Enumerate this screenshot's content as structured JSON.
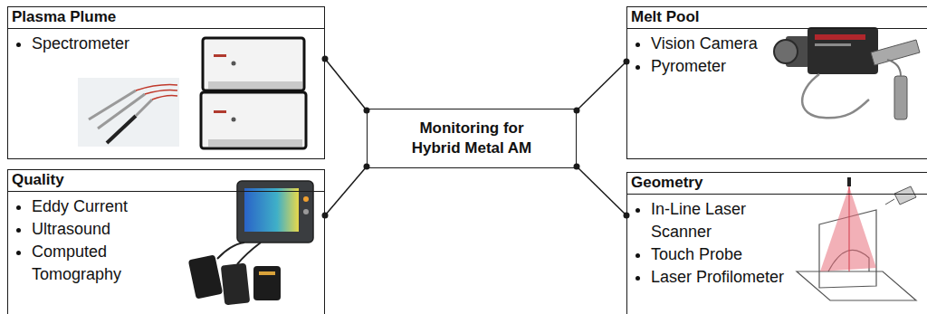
{
  "diagram": {
    "nodes": [
      {
        "text": [
          "Plasma Plume",
          "Spectrometer"
        ]
      },
      {
        "text": [
          "Melt Pool",
          "Vision Camera",
          "Pyrometer"
        ]
      },
      {
        "text": [
          "Monitoring for Hybrid Metal AM"
        ]
      },
      {
        "text": [
          "Quality",
          "Eddy Current",
          "Ultrasound",
          "Computed Tomography"
        ]
      },
      {
        "text": [
          "Geometry",
          "In-Line Laser Scanner",
          "Touch Probe",
          "Laser Profilometer"
        ]
      }
    ],
    "edges": [
      {
        "from": 2,
        "to": 0,
        "arrow": "none"
      },
      {
        "from": 2,
        "to": 1,
        "arrow": "none"
      },
      {
        "from": 2,
        "to": 3,
        "arrow": "none"
      },
      {
        "from": 2,
        "to": 4,
        "arrow": "none"
      }
    ]
  }
}
